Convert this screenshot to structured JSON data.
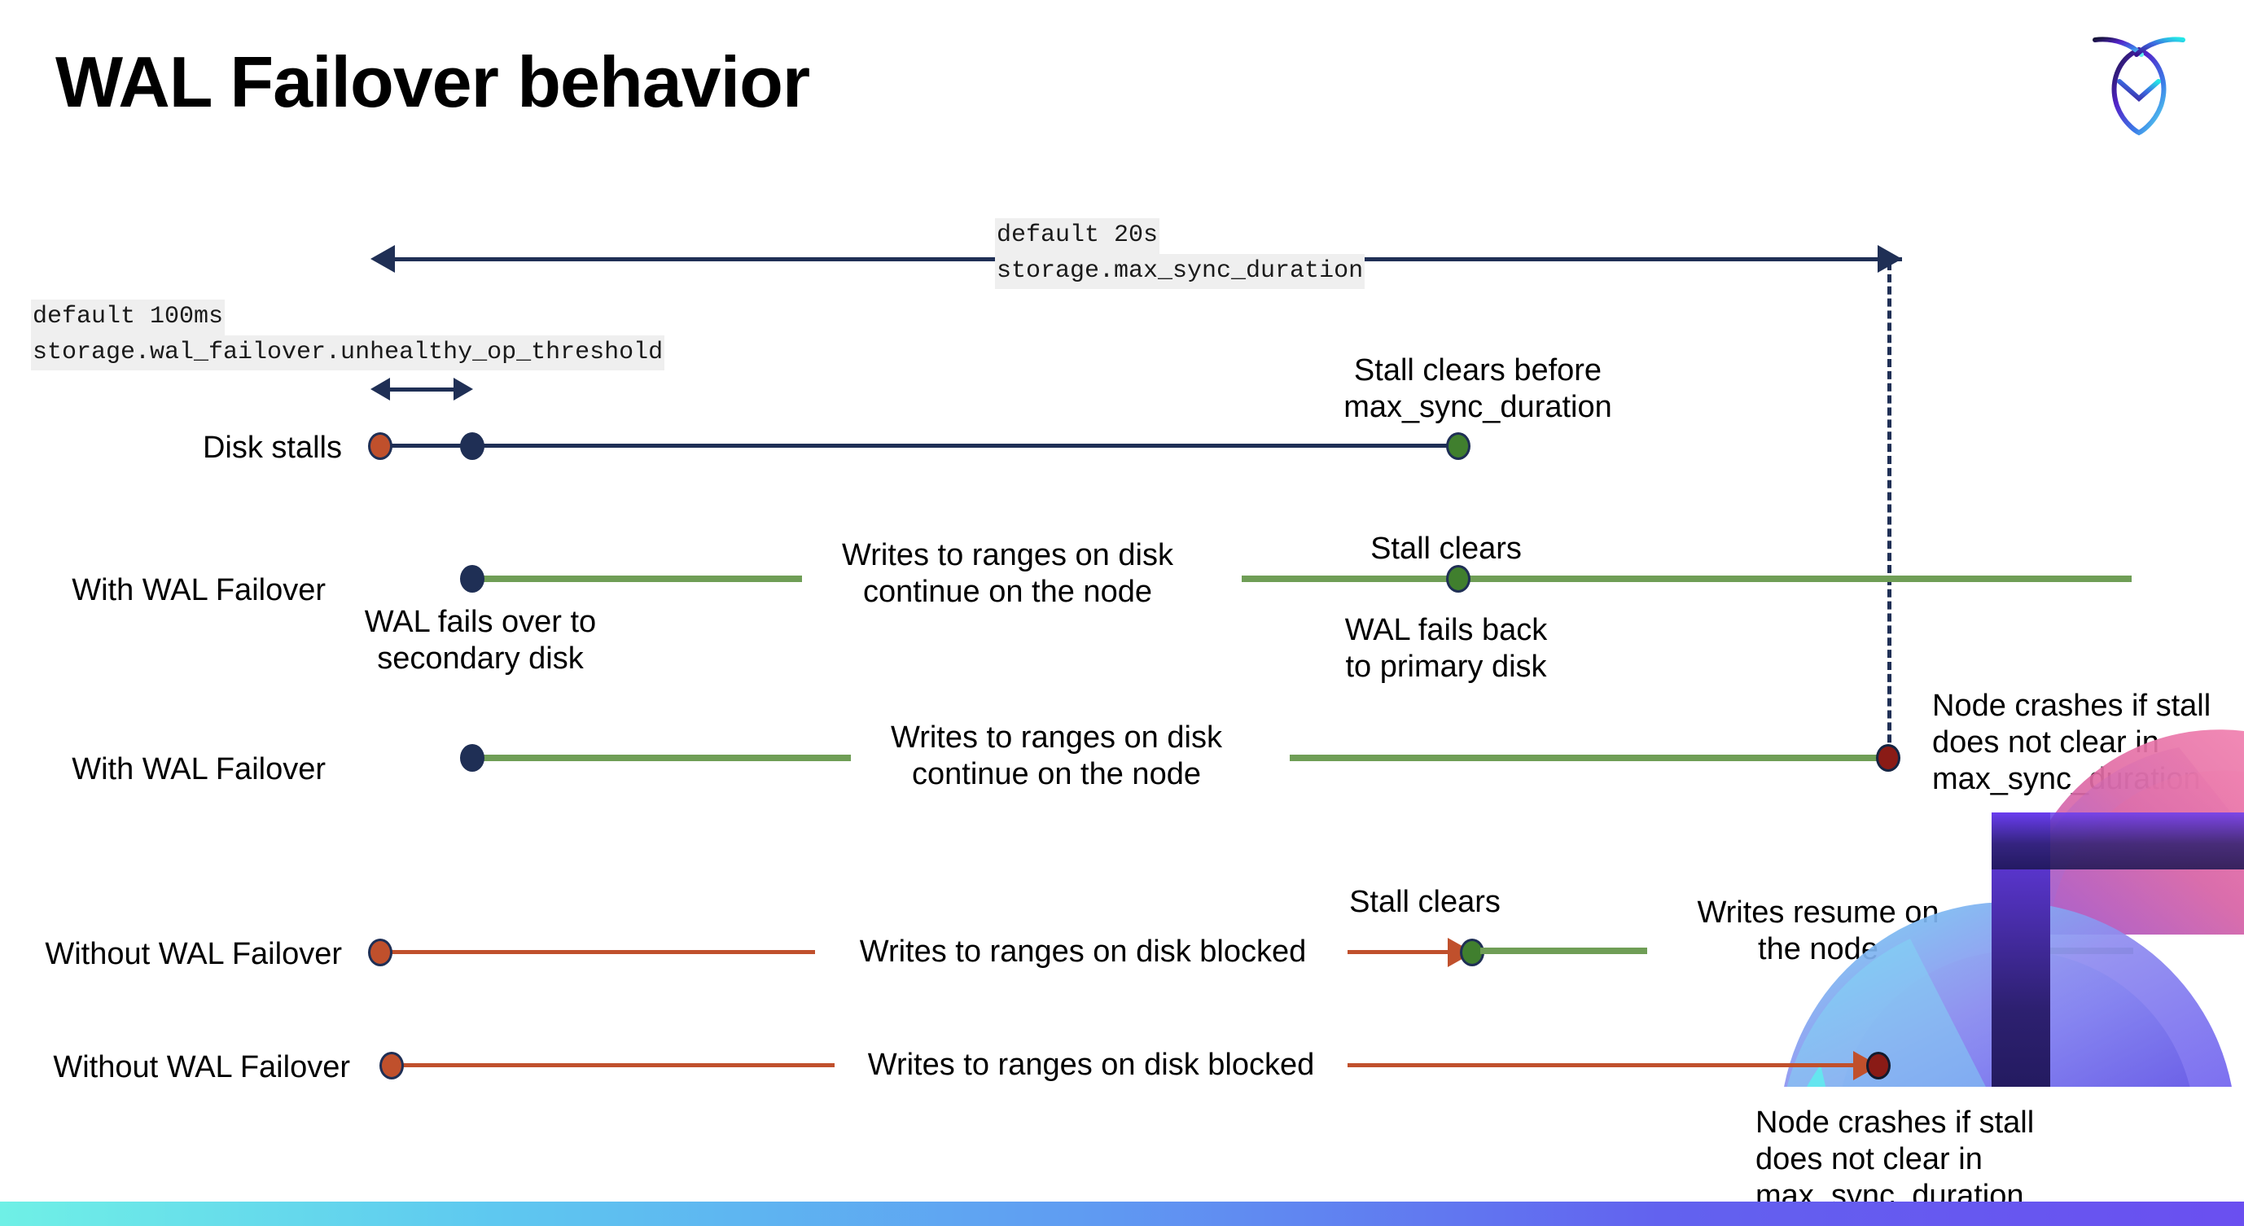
{
  "slide": {
    "title": "WAL Failover behavior",
    "logo_name": "cockroachdb-logo"
  },
  "callouts": {
    "max_sync_duration": {
      "line1": "default 20s",
      "line2": "storage.max_sync_duration"
    },
    "unhealthy_op_threshold": {
      "line1": "default 100ms",
      "line2": "storage.wal_failover.unhealthy_op_threshold"
    }
  },
  "rows": [
    {
      "id": "disk-stalls",
      "label": "Disk stalls",
      "note_top": "Stall clears before\nmax_sync_duration"
    },
    {
      "id": "with-wal-failover-1",
      "label": "With WAL Failover",
      "note_below_start": "WAL fails over to\nsecondary disk",
      "note_mid": "Writes to ranges on disk\ncontinue on the node",
      "note_top": "Stall clears",
      "note_below_end": "WAL fails  back\nto primary disk"
    },
    {
      "id": "with-wal-failover-2",
      "label": "With WAL Failover",
      "note_mid": "Writes to ranges on disk\ncontinue on the node",
      "note_right": "Node crashes if stall\ndoes not clear in\nmax_sync_duration"
    },
    {
      "id": "without-wal-failover-1",
      "label": "Without WAL Failover",
      "note_mid": "Writes to ranges on disk  blocked",
      "note_top": "Stall clears",
      "note_right": "Writes resume on\nthe node"
    },
    {
      "id": "without-wal-failover-2",
      "label": "Without WAL Failover",
      "note_mid": "Writes to ranges on disk  blocked",
      "note_box": "Node crashes if stall\ndoes not clear in\nmax_sync_duration"
    }
  ],
  "text": {
    "disk_stalls_label": "Disk stalls",
    "with_wal_failover_label": "With WAL Failover",
    "without_wal_failover_label": "Without WAL Failover",
    "stall_clears_before": "Stall clears before",
    "max_sync_duration_word": "max_sync_duration",
    "wal_fails_over_to": "WAL fails over to",
    "secondary_disk": "secondary disk",
    "writes_to_ranges_on_disk": "Writes to ranges on disk",
    "continue_on_the_node": "continue on the node",
    "stall_clears": "Stall clears",
    "wal_fails_back": "WAL fails  back",
    "to_primary_disk": "to primary disk",
    "node_crashes_if_stall": "Node crashes if stall",
    "does_not_clear_in": "does not clear in",
    "writes_blocked": "Writes to ranges on disk  blocked",
    "writes_resume_on": "Writes resume on",
    "the_node": "the node"
  },
  "colors": {
    "navy": "#1f2f55",
    "green_line": "#6f9e56",
    "green_dot": "#407f2e",
    "orange": "#c0502c",
    "dark_red": "#8a1b16",
    "code_bg": "#efefef",
    "bar_gradient_start": "#6ff0e6",
    "bar_gradient_end": "#6a4ff0"
  }
}
